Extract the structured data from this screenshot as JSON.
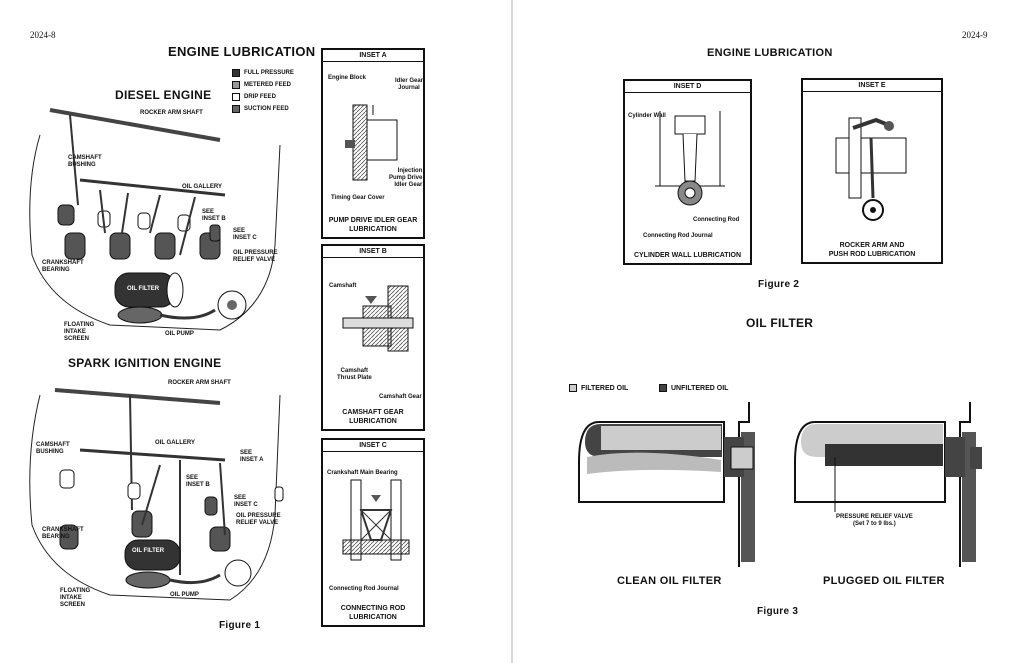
{
  "left_page": {
    "page_number": "2024-8",
    "title": "ENGINE LUBRICATION",
    "diesel": {
      "heading": "DIESEL ENGINE",
      "labels": {
        "rocker": "ROCKER ARM SHAFT",
        "camshaft_bushing": "CAMSHAFT\nBUSHING",
        "oil_gallery": "OIL GALLERY",
        "see_b": "SEE\nINSET B",
        "see_c": "SEE\nINSET C",
        "relief": "OIL PRESSURE\nRELIEF VALVE",
        "crank": "CRANKSHAFT\nBEARING",
        "oil_filter": "OIL FILTER",
        "screen": "FLOATING\nINTAKE\nSCREEN",
        "pump": "OIL PUMP"
      }
    },
    "legend": [
      "FULL PRESSURE",
      "METERED FEED",
      "DRIP FEED",
      "SUCTION FEED"
    ],
    "spark": {
      "heading": "SPARK IGNITION ENGINE",
      "labels": {
        "rocker": "ROCKER ARM SHAFT",
        "camshaft_bushing": "CAMSHAFT\nBUSHING",
        "oil_gallery": "OIL GALLERY",
        "see_a": "SEE\nINSET A",
        "see_b": "SEE\nINSET B",
        "see_c": "SEE\nINSET C",
        "relief": "OIL PRESSURE\nRELIEF VALVE",
        "crank": "CRANKSHAFT\nBEARING",
        "oil_filter": "OIL FILTER",
        "screen": "FLOATING\nINTAKE\nSCREEN",
        "pump": "OIL PUMP"
      }
    },
    "figure": "Figure 1",
    "insets": {
      "a": {
        "title": "INSET A",
        "labels": {
          "engine_block": "Engine Block",
          "idler": "Idler Gear\nJournal",
          "injection": "Injection\nPump Drive\nIdler Gear",
          "timing": "Timing Gear Cover"
        },
        "caption": "PUMP DRIVE IDLER GEAR\nLUBRICATION"
      },
      "b": {
        "title": "INSET B",
        "labels": {
          "camshaft": "Camshaft",
          "thrust": "Camshaft\nThrust Plate",
          "gear": "Camshaft Gear"
        },
        "caption": "CAMSHAFT GEAR\nLUBRICATION"
      },
      "c": {
        "title": "INSET C",
        "labels": {
          "main": "Crankshaft Main Bearing",
          "rod": "Connecting Rod Journal"
        },
        "caption": "CONNECTING ROD\nLUBRICATION"
      }
    }
  },
  "right_page": {
    "page_number": "2024-9",
    "title": "ENGINE LUBRICATION",
    "insets": {
      "d": {
        "title": "INSET D",
        "labels": {
          "wall": "Cylinder Wall",
          "rod": "Connecting Rod",
          "journal": "Connecting Rod Journal"
        },
        "caption": "CYLINDER WALL LUBRICATION"
      },
      "e": {
        "title": "INSET E",
        "caption": "ROCKER ARM AND\nPUSH ROD LUBRICATION"
      }
    },
    "figure2": "Figure 2",
    "oil_filter_title": "OIL FILTER",
    "legend": [
      "FILTERED OIL",
      "UNFILTERED OIL"
    ],
    "relief_valve": "PRESSURE RELIEF VALVE\n(Set 7 to 9 lbs.)",
    "clean_caption": "CLEAN OIL FILTER",
    "plugged_caption": "PLUGGED OIL FILTER",
    "figure3": "Figure 3"
  }
}
